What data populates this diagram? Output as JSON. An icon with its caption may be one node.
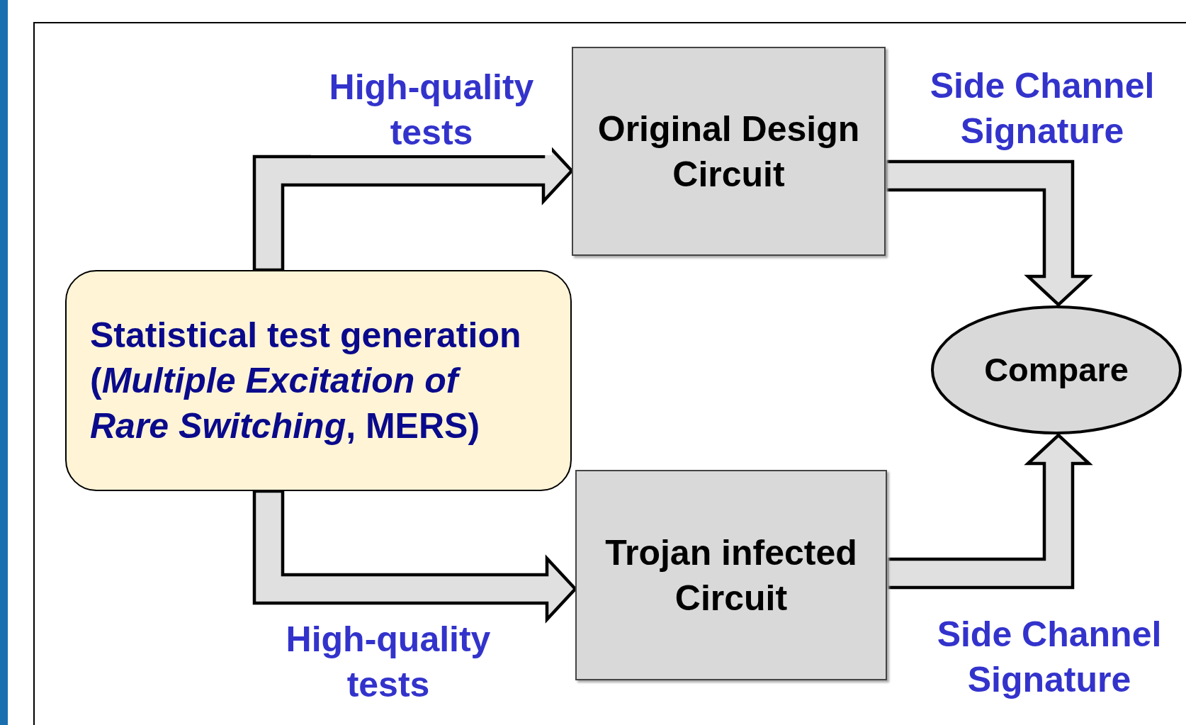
{
  "diagram": {
    "nodes": [
      {
        "text": [
          "Statistical test generation (*Multiple Excitation of Rare Switching*, MERS)"
        ]
      },
      {
        "text": [
          "Original Design Circuit"
        ]
      },
      {
        "text": [
          "Trojan infected Circuit"
        ]
      },
      {
        "text": [
          "Compare"
        ]
      }
    ],
    "edges": [
      {
        "from": 0,
        "to": 1,
        "arrow": "to",
        "label": "High-quality tests"
      },
      {
        "from": 0,
        "to": 2,
        "arrow": "to",
        "label": "High-quality tests"
      },
      {
        "from": 1,
        "to": 3,
        "arrow": "to",
        "label": "Side Channel Signature"
      },
      {
        "from": 2,
        "to": 3,
        "arrow": "to",
        "label": "Side Channel Signature"
      }
    ]
  }
}
